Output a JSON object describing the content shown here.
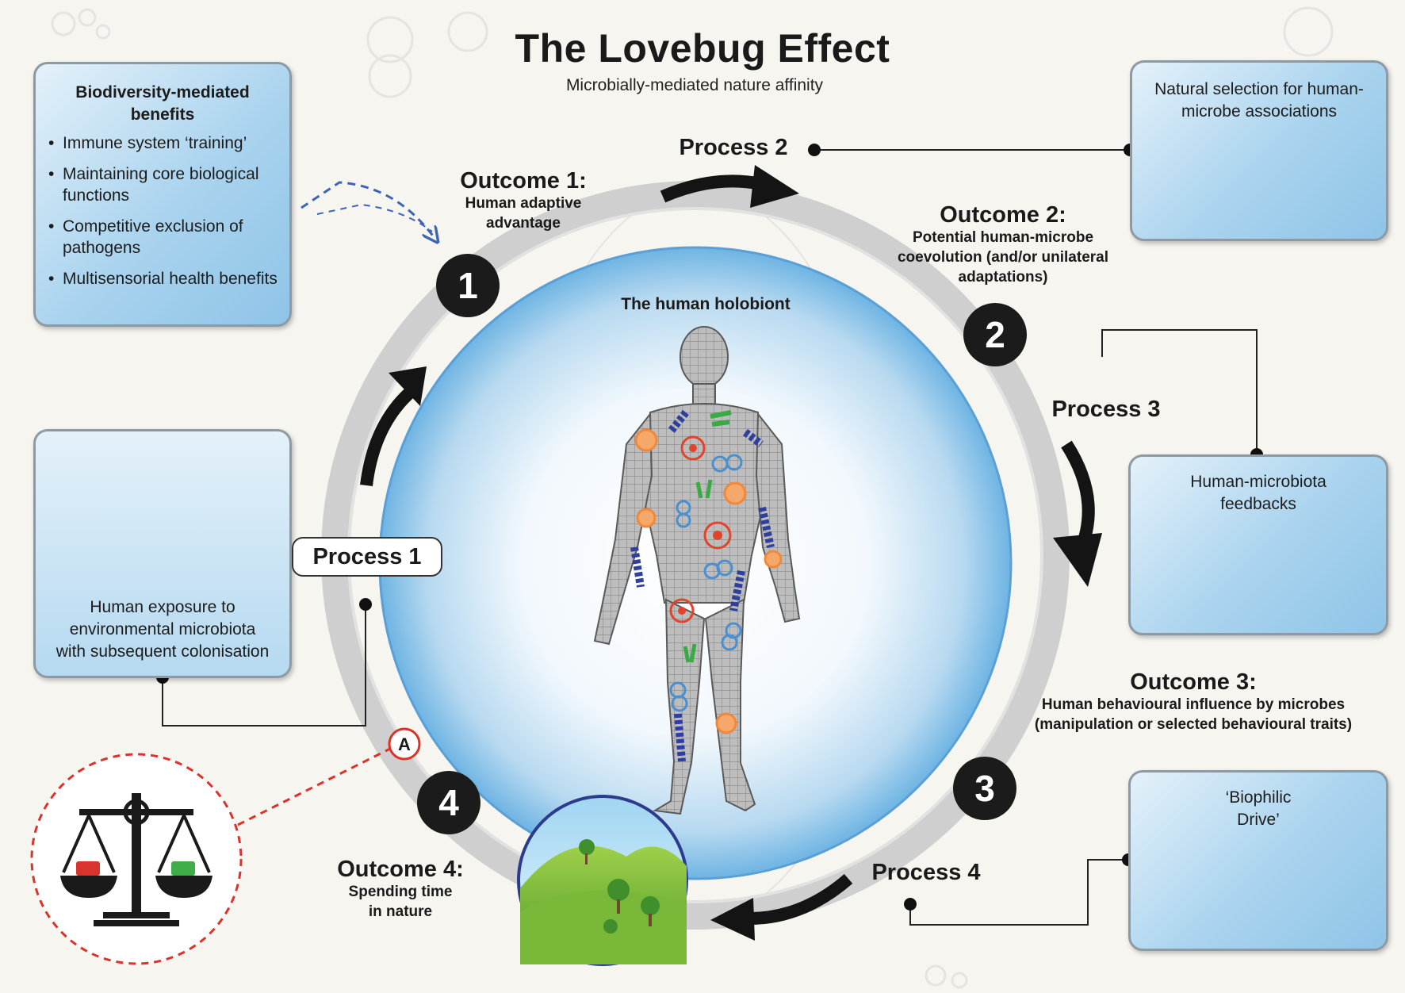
{
  "title": "The Lovebug Effect",
  "subtitle": "Microbially-mediated nature affinity",
  "center_label": "The human holobiont",
  "benefits_panel": {
    "title_line1": "Biodiversity-mediated",
    "title_line2": "benefits",
    "items": [
      "Immune system ‘training’",
      "Maintaining core biological functions",
      "Competitive exclusion of pathogens",
      "Multisensorial health benefits"
    ]
  },
  "exposure_panel": {
    "line1": "Human exposure to",
    "line2": "environmental microbiota",
    "line3": "with subsequent colonisation"
  },
  "selection_panel": {
    "line1": "Natural selection for human-",
    "line2": "microbe associations"
  },
  "feedback_panel": {
    "line1": "Human-microbiota",
    "line2": "feedbacks"
  },
  "biophilic_panel": {
    "line1": "‘Biophilic",
    "line2": "Drive’"
  },
  "processes": {
    "p1": "Process 1",
    "p2": "Process 2",
    "p3": "Process 3",
    "p4": "Process 4"
  },
  "outcomes": {
    "o1": {
      "head": "Outcome 1:",
      "body1": "Human adaptive",
      "body2": "advantage"
    },
    "o2": {
      "head": "Outcome 2:",
      "body1": "Potential human-microbe",
      "body2": "coevolution (and/or unilateral",
      "body3": "adaptations)"
    },
    "o3": {
      "head": "Outcome 3:",
      "body1": "Human behavioural influence by microbes",
      "body2": "(manipulation or selected behavioural traits)"
    },
    "o4": {
      "head": "Outcome 4:",
      "body1": "Spending time",
      "body2": "in nature"
    }
  },
  "steps": {
    "s1": "1",
    "s2": "2",
    "s3": "3",
    "s4": "4",
    "a": "A"
  },
  "colors": {
    "panel_blue": "#a9d3ee",
    "microbe_green": "#3aaa45",
    "microbe_orange": "#f0883a",
    "microbe_red": "#e0452c",
    "microbe_blue": "#4a8fd0",
    "microbe_navy": "#2e3f9c",
    "warning_red": "#d9342b",
    "scale_green": "#3fae4a"
  }
}
